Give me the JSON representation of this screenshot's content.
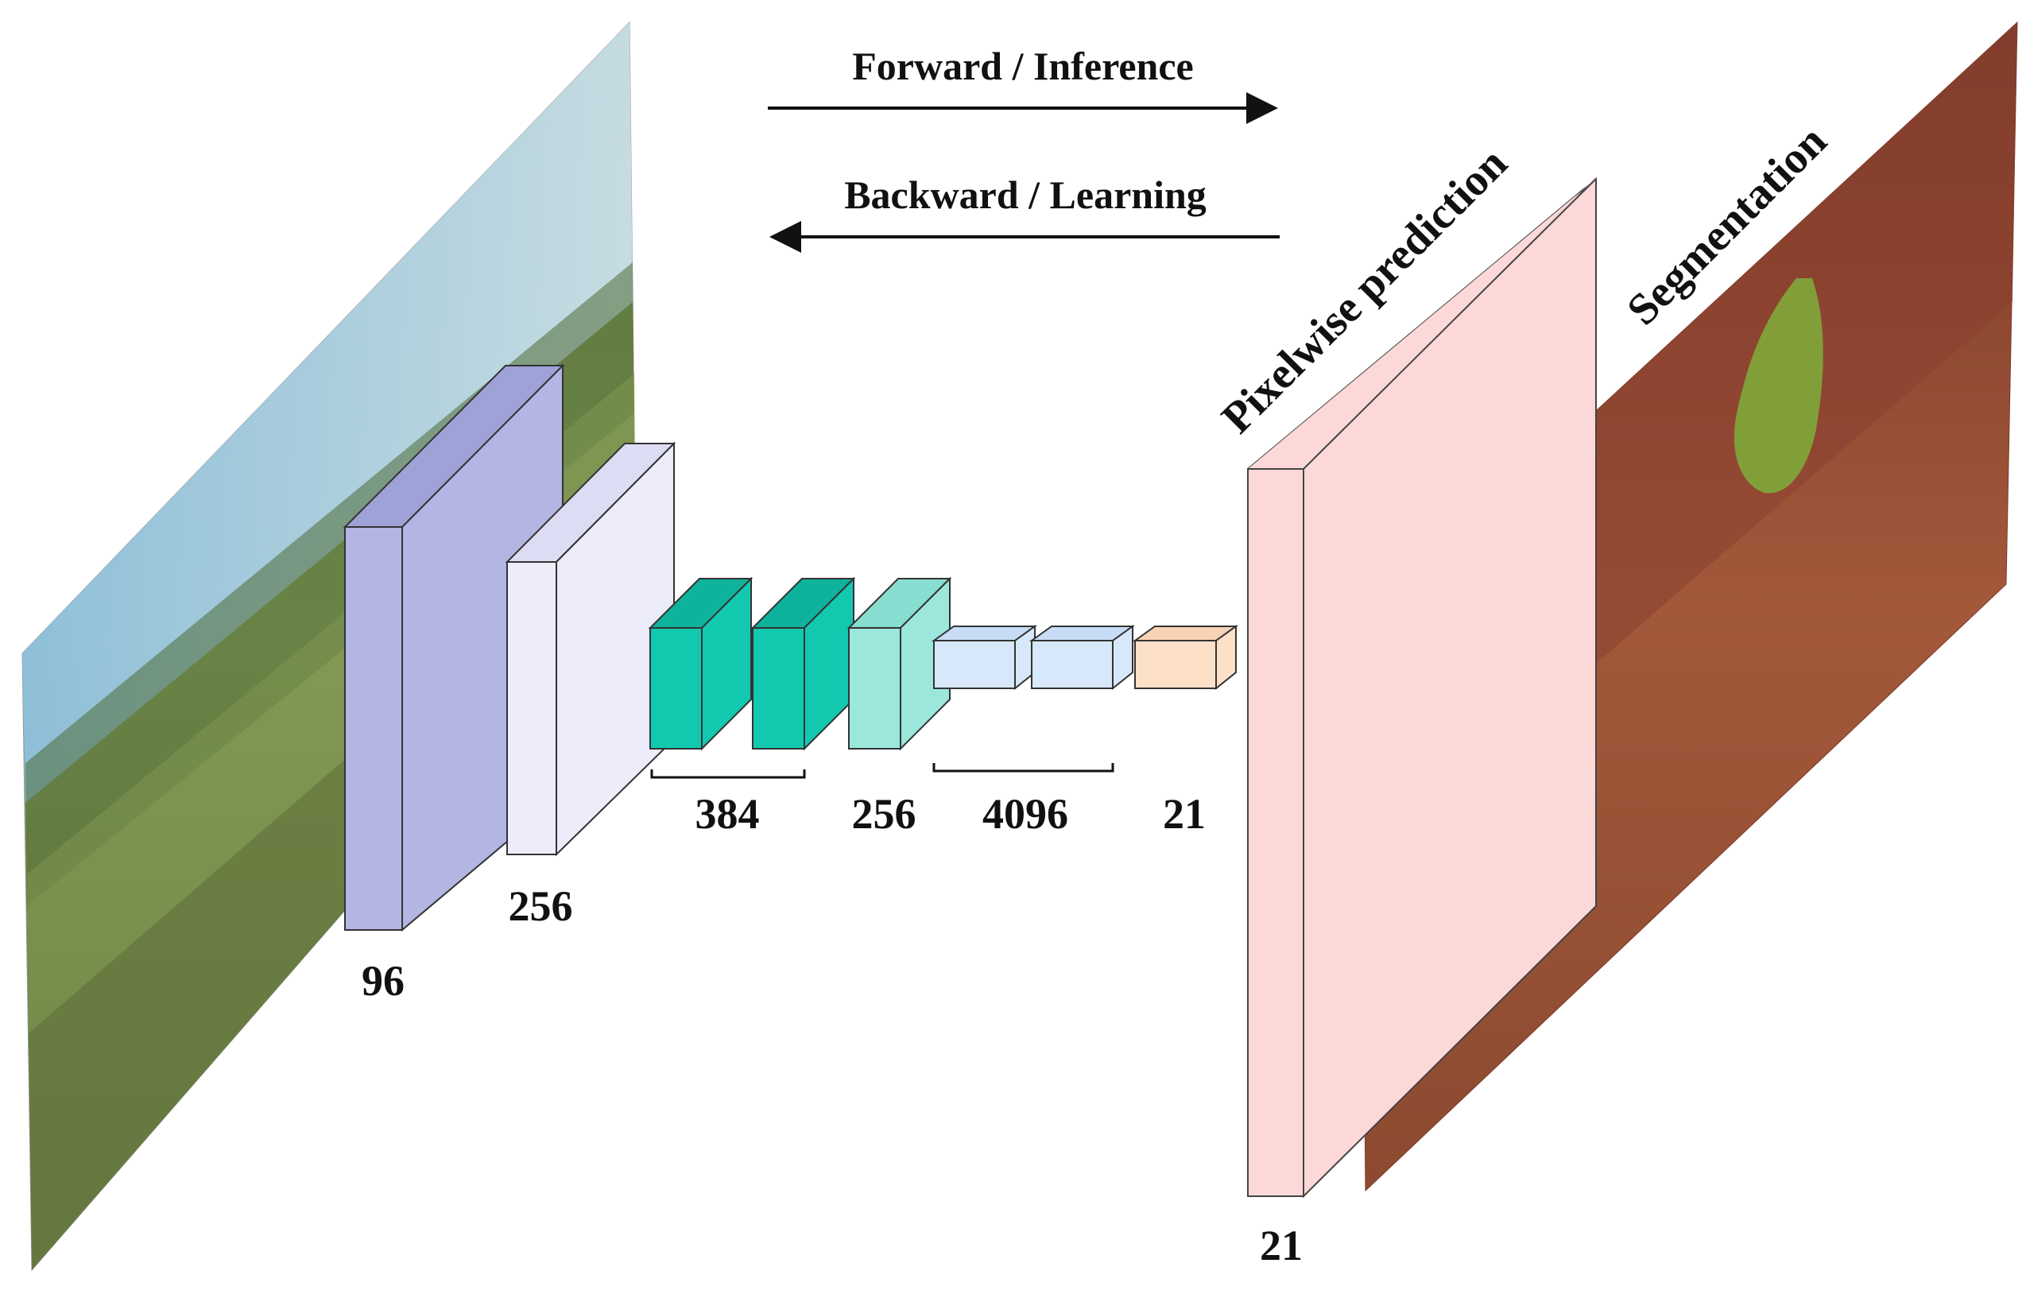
{
  "arrows": {
    "forward_label": "Forward / Inference",
    "backward_label": "Backward / Learning"
  },
  "labels": {
    "input_layer": "96",
    "conv2": "256",
    "conv3_4": "384",
    "conv5": "256",
    "fc6_7": "4096",
    "fc8": "21",
    "pixelwise_channels": "21",
    "pixelwise_title": "Pixelwise prediction",
    "segmentation_title": "Segmentation"
  },
  "colors": {
    "layer1": "#b3b5e3",
    "layer2": "#ececfb",
    "conv3": "#12c9b0",
    "conv5": "#9be7dc",
    "fc": "#d8e8fb",
    "fc8": "#fde0c8",
    "pixelwise": "#fdd8d8",
    "segmentation_bg": "#9a4a30",
    "seg_class_tree": "#3f6ec2",
    "seg_class_bush": "#7fa83a"
  }
}
